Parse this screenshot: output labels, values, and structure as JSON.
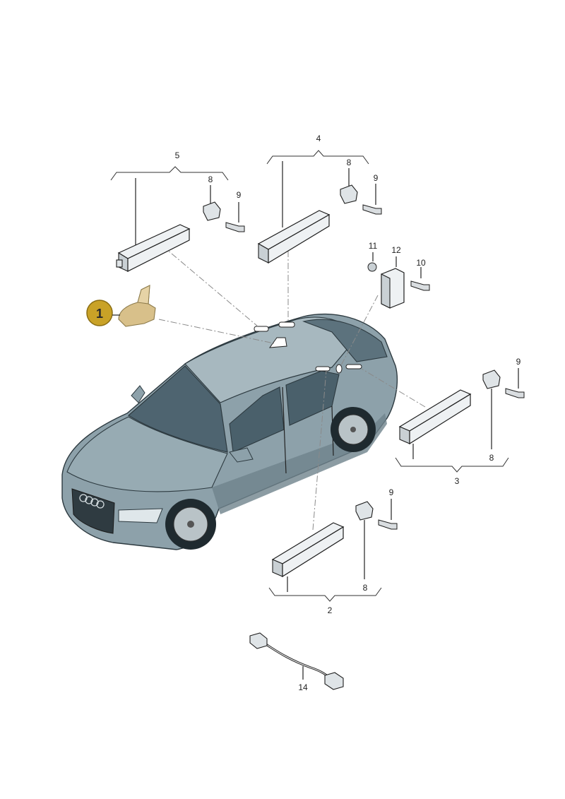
{
  "diagram": {
    "part_labels": {
      "p1": "1",
      "p2": "2",
      "p3": "3",
      "p4": "4",
      "p5": "5",
      "p8": "8",
      "p9": "9",
      "p10": "10",
      "p11": "11",
      "p12": "12",
      "p14": "14"
    },
    "colors": {
      "highlight_badge": "#c9a227",
      "highlight_part": "#d8c08a",
      "car_body": "#8da1aa",
      "car_glass": "#4e6470"
    }
  }
}
